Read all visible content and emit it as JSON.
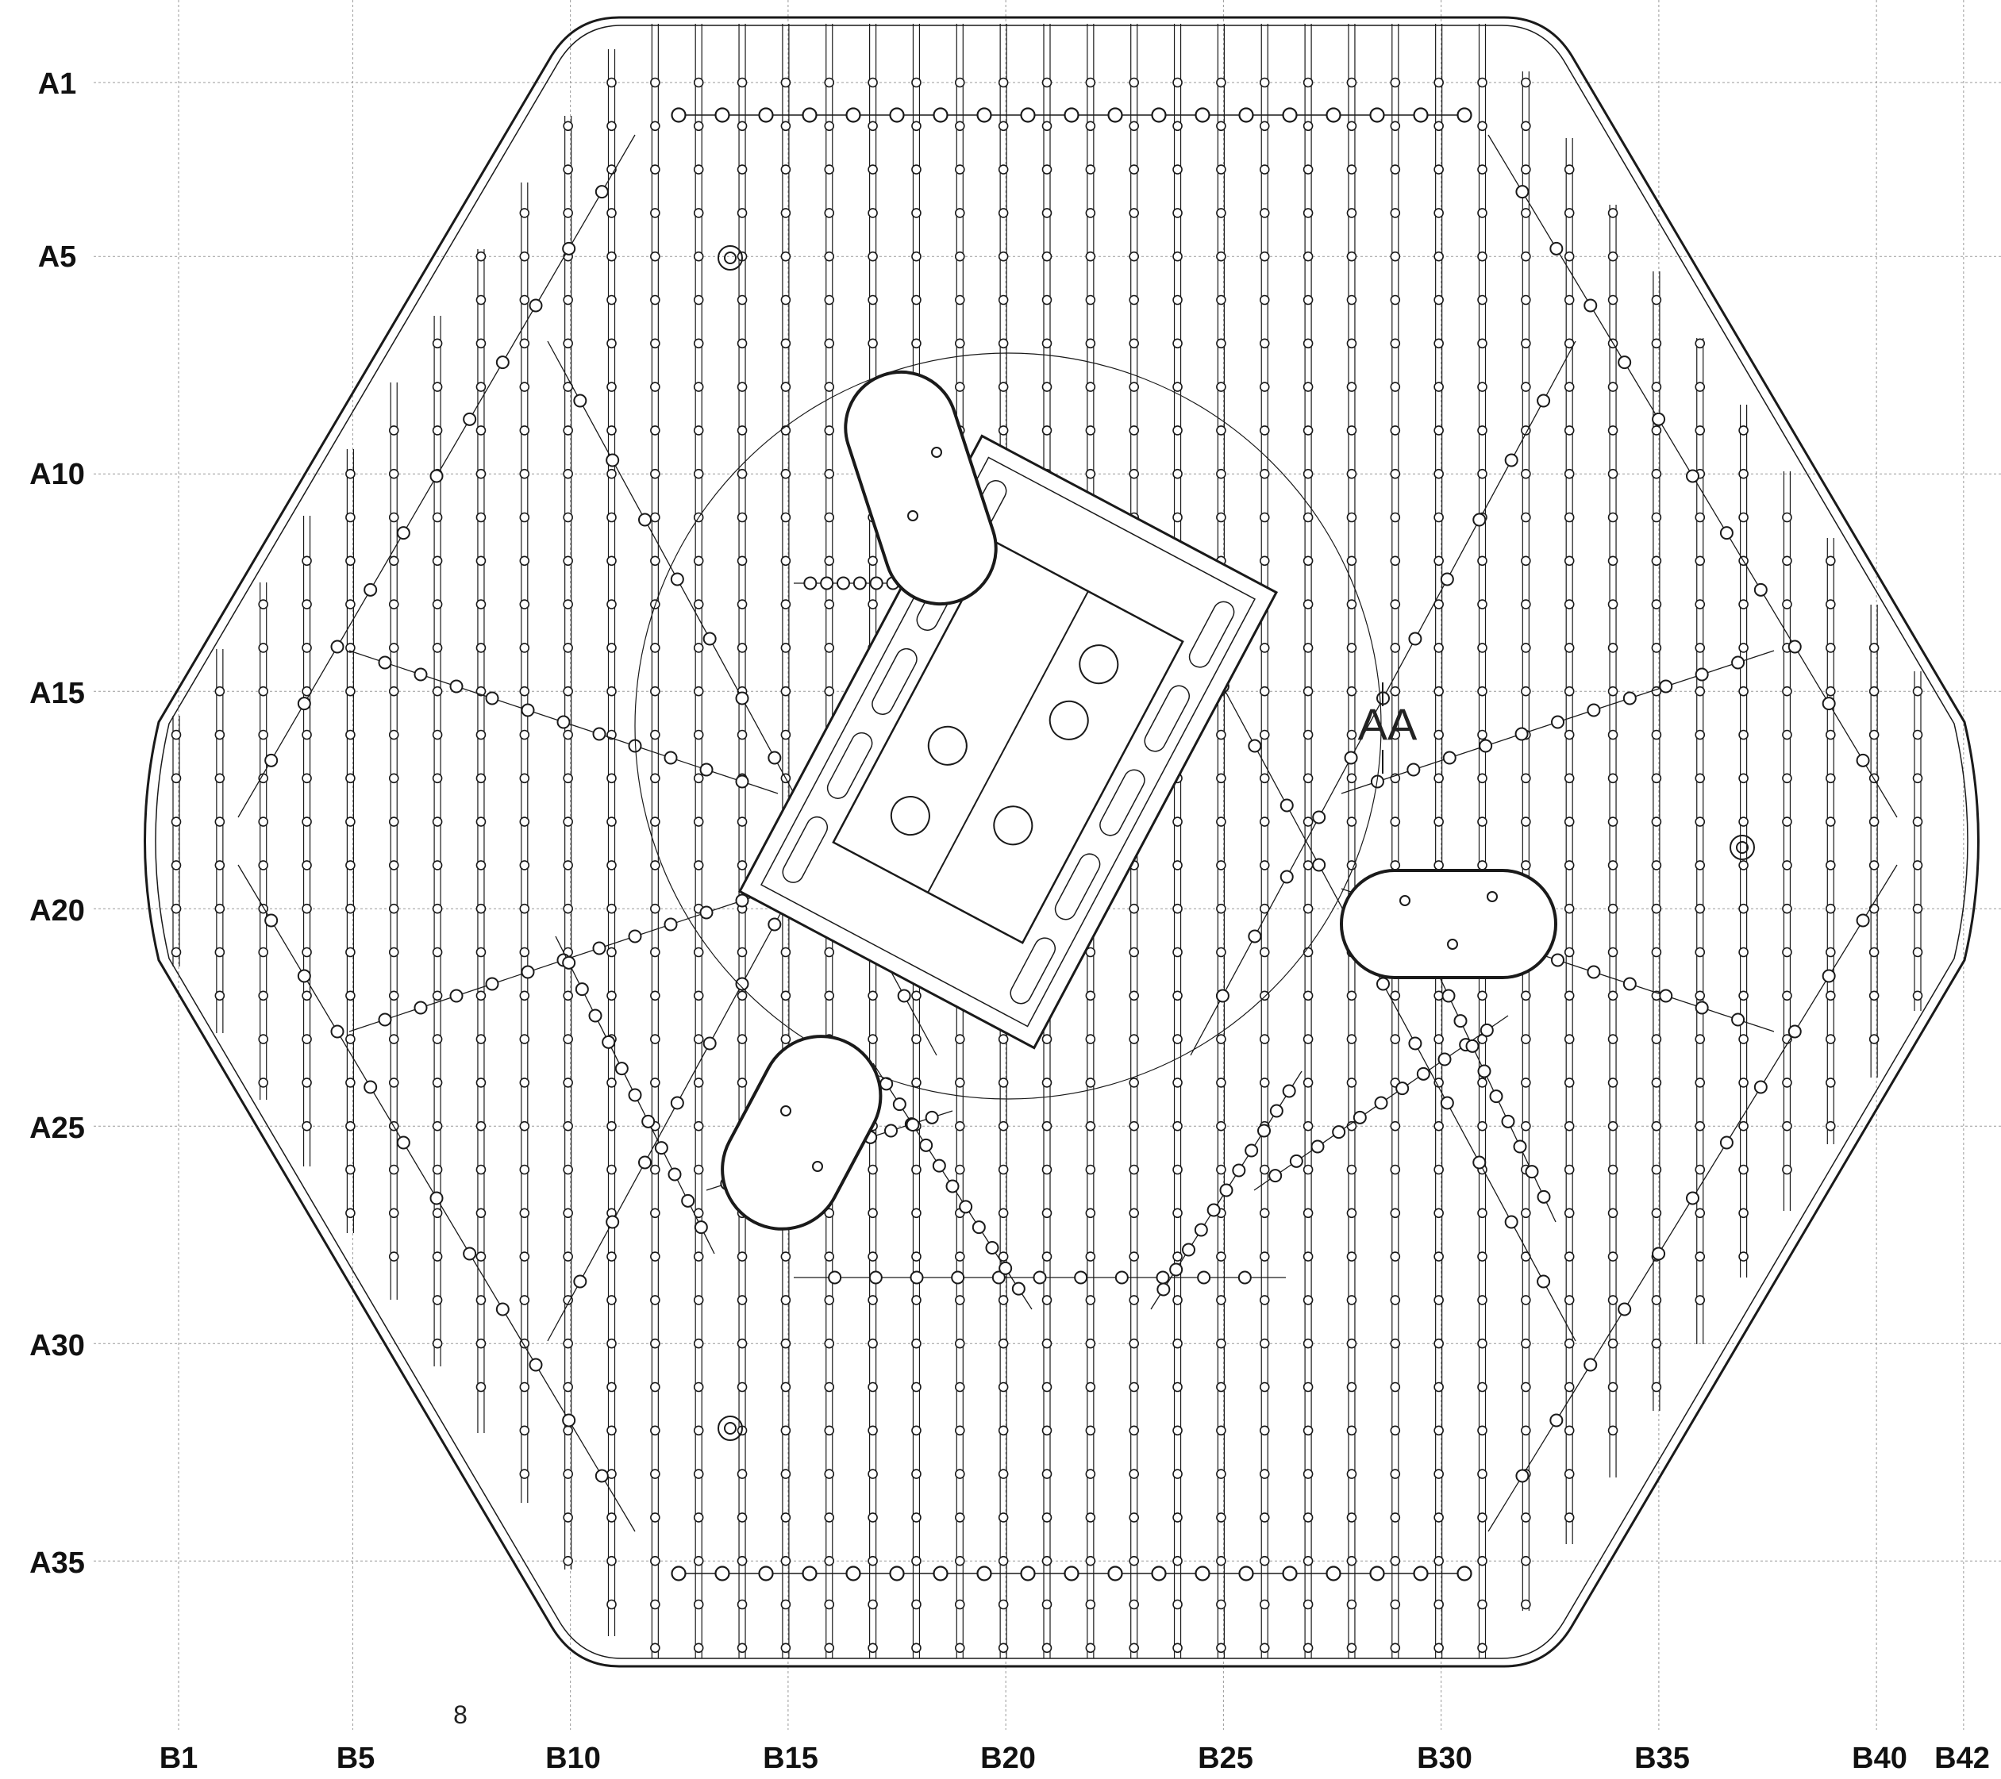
{
  "drawing": {
    "row_labels": [
      "A1",
      "A5",
      "A10",
      "A15",
      "A20",
      "A25",
      "A30",
      "A35"
    ],
    "column_labels": [
      "B1",
      "B5",
      "B10",
      "B15",
      "B20",
      "B25",
      "B30",
      "B35",
      "B40",
      "B42"
    ],
    "aux_label": "8",
    "section_marker": "AA",
    "line_color": "#1a1a1a",
    "grid_color": "#9a9a9a"
  }
}
